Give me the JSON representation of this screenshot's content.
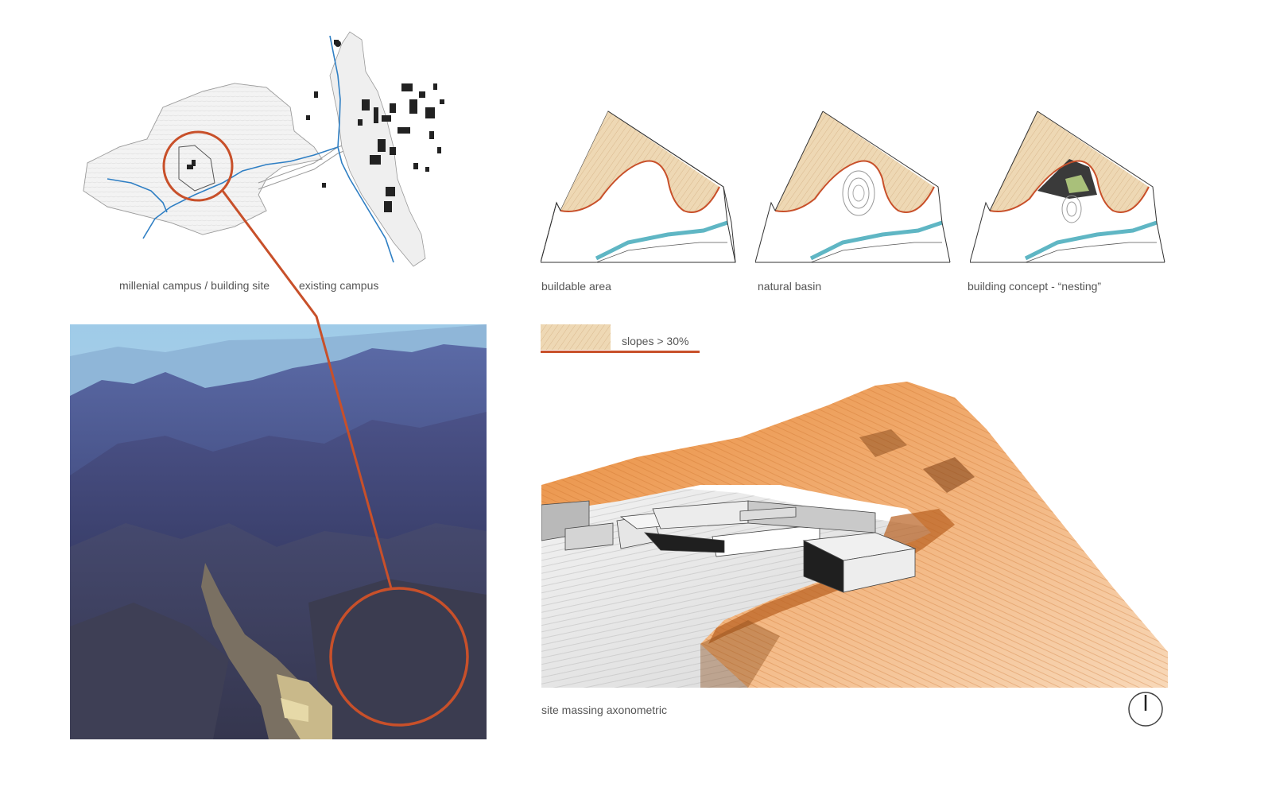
{
  "captions": {
    "millenial_campus": "millenial campus / building site",
    "existing_campus": "existing campus",
    "buildable_area": "buildable area",
    "natural_basin": "natural basin",
    "building_concept": "building concept - “nesting”",
    "site_massing": "site massing axonometric"
  },
  "legend": {
    "slopes_label": "slopes > 30%"
  },
  "colors": {
    "accent_red": "#c8502a",
    "river_blue": "#2f7fc4",
    "slope_tan": "#e8cfa6",
    "terrain_orange": "#e0813a",
    "stream_teal": "#5fb6c4"
  },
  "icons": {
    "north_arrow": "north-arrow-icon"
  }
}
